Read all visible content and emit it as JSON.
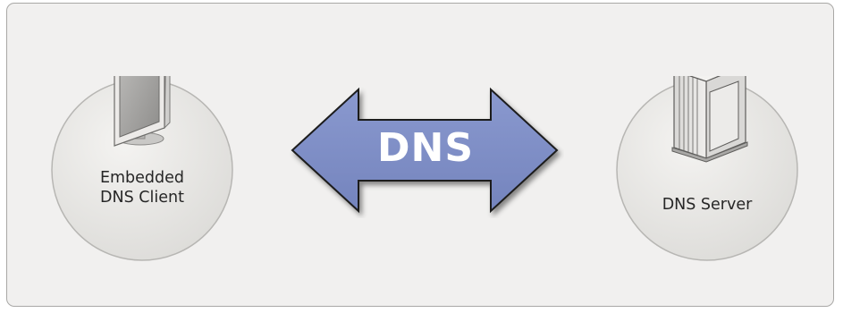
{
  "diagram": {
    "client": {
      "label_line1": "Embedded",
      "label_line2": "DNS Client",
      "icon": "monitor-icon"
    },
    "connection": {
      "label": "DNS",
      "icon": "double-arrow-icon",
      "color": "#7f8fc7"
    },
    "server": {
      "label": "DNS Server",
      "icon": "server-tower-icon"
    }
  }
}
